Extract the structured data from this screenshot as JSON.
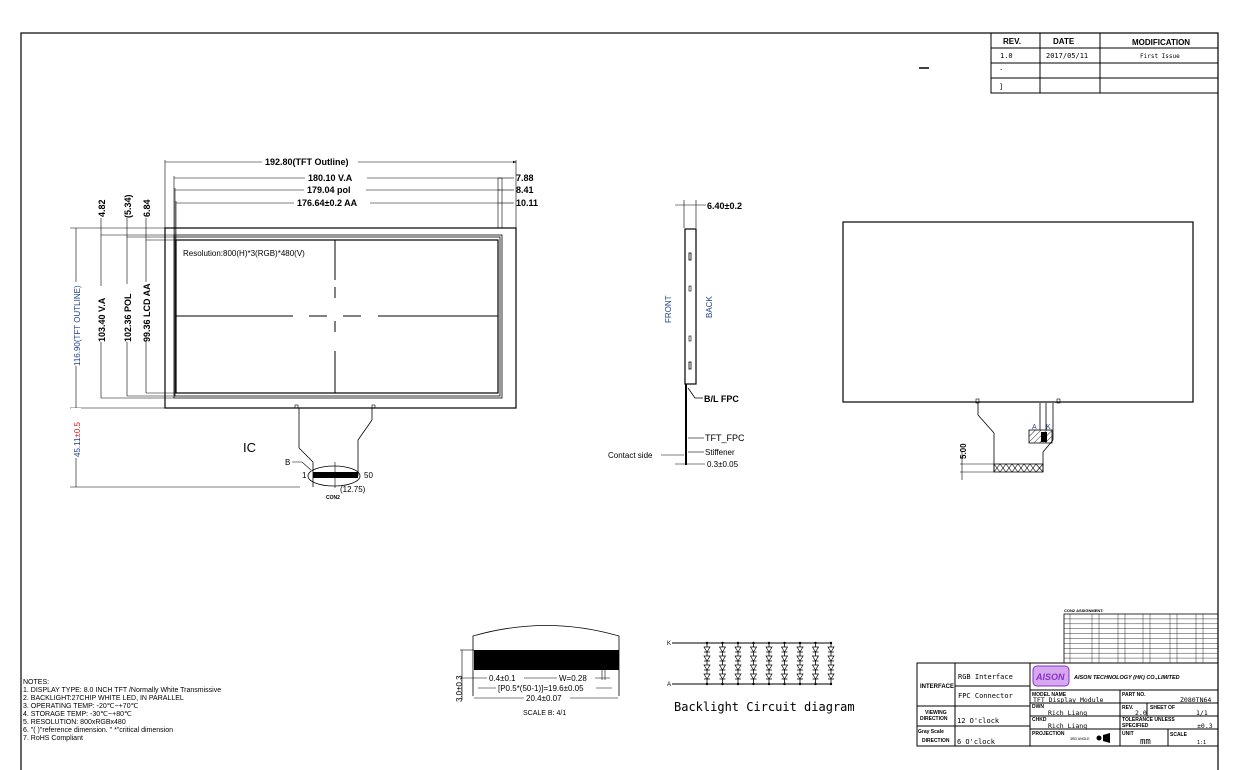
{
  "revision_table": {
    "headers": [
      "REV.",
      "DATE",
      "MODIFICATION"
    ],
    "rows": [
      [
        "1.0",
        "2017/05/11",
        "First Issue"
      ],
      [
        "·",
        "",
        ""
      ],
      [
        "]",
        "",
        ""
      ]
    ]
  },
  "front_view": {
    "dim_tft_outline_w": "192.80(TFT Outline)",
    "dim_va_w": "180.10  V.A",
    "dim_pol_w": "179.04  pol",
    "dim_aa_w": "176.64±0.2  AA",
    "dim_right_788": "7.88",
    "dim_right_841": "8.41",
    "dim_right_1011": "10.11",
    "dim_top_482": "4.82",
    "dim_top_534": "(5.34)",
    "dim_top_684": "6.84",
    "dim_tft_outline_h": "116.90(TFT OUTLINE)",
    "dim_va_h": "103.40 V.A",
    "dim_pol_h": "102.36 POL",
    "dim_aa_h": "99.36 LCD AA",
    "dim_fpc_len_value": "45.11",
    "dim_fpc_len_tol": "±0.5",
    "resolution_label": "Resolution:800(H)*3(RGB)*480(V)",
    "ic_label": "IC",
    "pin_b": "B",
    "pin_1": "1",
    "pin_50": "50",
    "dim_1275": "(12.75)",
    "conn_label": "CON2"
  },
  "side_view": {
    "dim_thickness": "6.40±0.2",
    "front_label": "FRONT",
    "back_label": "BACK",
    "bl_fpc": "B/L FPC",
    "tft_fpc": "TFT_FPC",
    "stiffener": "Stiffener",
    "contact_side": "Contact side",
    "dim_fpc_thickness": "0.3±0.05"
  },
  "back_view": {
    "anode_label": "A",
    "cathode_label": "K",
    "dim_500": "5.00"
  },
  "fpc_detail": {
    "dim_pad": "0.4±0.1",
    "dim_width": "W=0.28",
    "dim_pitch": "[P0.5*(50-1)]=19.6±0.05",
    "dim_total": "20.4±0.07",
    "dim_height": "3.0±0.3",
    "scale_label": "SCALE B: 4/1"
  },
  "backlight": {
    "title": "Backlight Circuit diagram",
    "k_label": "K",
    "a_label": "A",
    "strings": 9,
    "leds_per_string": 3
  },
  "notes": {
    "title": "NOTES:",
    "items": [
      "1. DISPLAY TYPE:  8.0 INCH TFT /Normally White Transmissive",
      "2. BACKLIGHT:27CHIP WHITE LED, IN PARALLEL",
      "3. OPERATING TEMP: -20℃~+70℃",
      "4. STORAGE TEMP: -30℃~+80℃",
      "5. RESOLUTION: 800xRGBx480",
      "6. \"( )\"reference dimension. \" *\"critical dimension",
      "7. RoHS Compliant"
    ]
  },
  "pin_table": {
    "title": "CON2 ASSIGNMENT:"
  },
  "title_block": {
    "interface_label": "INTERFACE",
    "interface_value_1": "RGB Interface",
    "interface_value_2": "FPC Connector",
    "viewing_label_1": "VIEWING",
    "viewing_label_2": "DIRECTION",
    "viewing_value": "12 O'clock",
    "gray_label_1": "Gray Scale",
    "gray_label_2": "DIRECTION",
    "gray_value": "6 O'clock",
    "company_logo": "AISON",
    "company_name": "AISON TECHNOLOGY (HK) CO.,LIMITED",
    "model_name_label": "MODEL NAME",
    "model_name_value": "TFT Display Module",
    "part_no_label": "PART NO.",
    "part_no_value": "Z080TN64",
    "dwn_label": "DWN",
    "dwn_value": "Rich Liang",
    "rev_label": "REV.",
    "rev_value": "2.0",
    "sheet_label": "SHEET OF",
    "sheet_value": "1/1",
    "chkd_label": "CHKD",
    "chkd_value": "Rich Liang",
    "tolerance_label_1": "TOLERANCE UNLESS",
    "tolerance_label_2": "SPECIFIED",
    "tolerance_value": "±0.3",
    "projection_label": "PROJECTION",
    "projection_value": "3RD ANGLE",
    "unit_label": "UNIT",
    "unit_value": "mm",
    "scale_label": "SCALE",
    "scale_value": "1:1"
  },
  "colors": {
    "line": "#000000",
    "dim_blue": "#1f3f8f",
    "tolerance_red": "#e02020",
    "logo_purple": "#8b2fc9"
  }
}
